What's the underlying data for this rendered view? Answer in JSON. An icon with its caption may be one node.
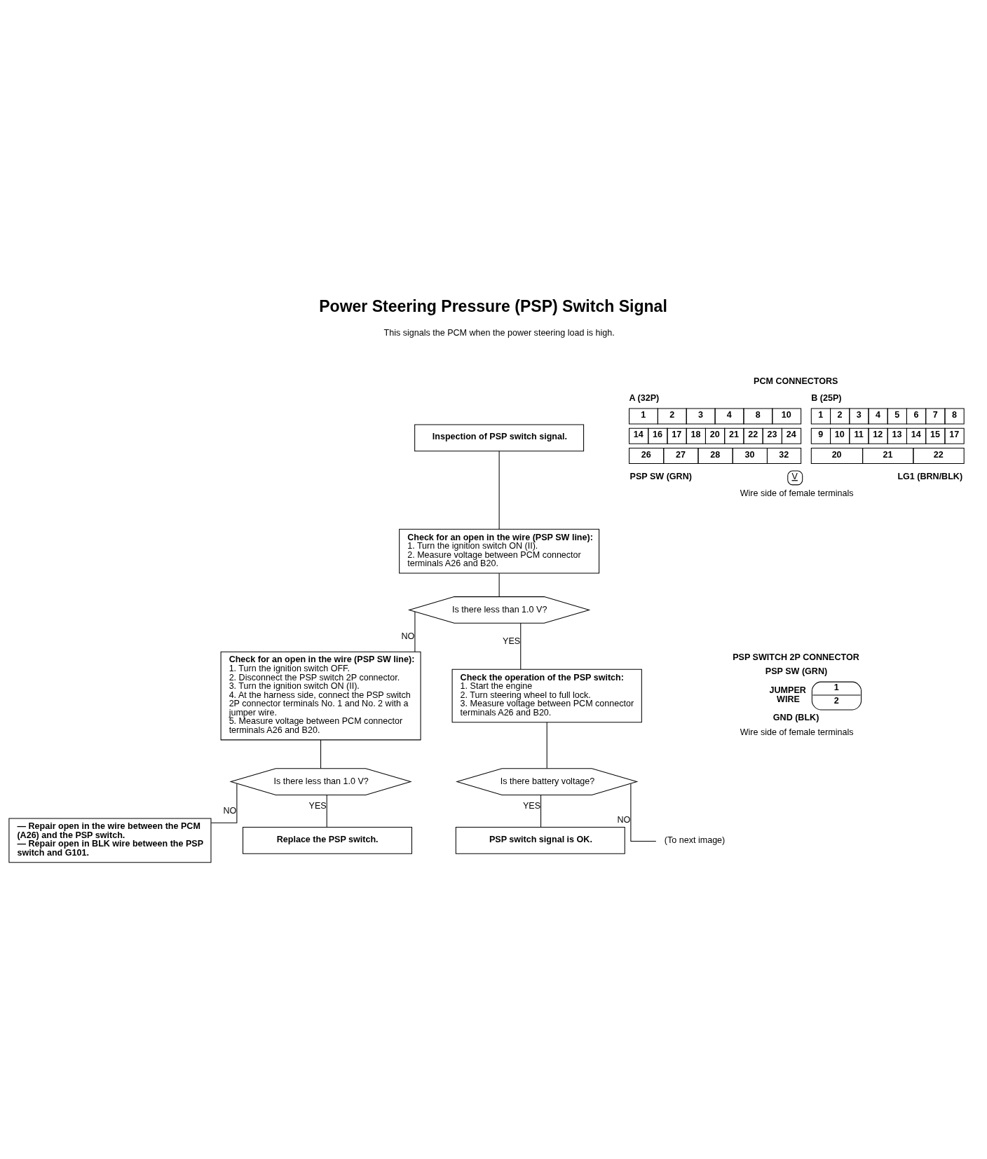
{
  "diagram": {
    "title": "Power Steering Pressure (PSP) Switch Signal",
    "nodes": [
      {
        "text": [
          "Inspection of PSP switch signal."
        ]
      },
      {
        "text": [
          "Check for an open in the wire (PSP SW line):",
          "1. Turn the ignition switch ON (II).",
          "2. Measure voltage between PCM connector terminals A26 and B20."
        ]
      },
      {
        "text": [
          "Is there less than 1.0 V?"
        ]
      },
      {
        "text": [
          "Check for an open in the wire (PSP SW line):",
          "1. Turn the ignition switch OFF.",
          "2. Disconnect the PSP switch 2P connector.",
          "3. Turn the ignition switch ON (II).",
          "4. At the harness side, connect the PSP switch 2P connector terminals No. 1 and No. 2 with a jumper wire.",
          "5. Measure voltage between PCM connector terminals A26 and B20."
        ]
      },
      {
        "text": [
          "Is there less than 1.0 V?"
        ]
      },
      {
        "text": [
          "— Repair open in the wire between the PCM (A26) and the PSP switch.",
          "— Repair open in BLK wire between the PSP switch and G101."
        ]
      },
      {
        "text": [
          "Replace the PSP switch."
        ]
      },
      {
        "text": [
          "Check the operation of the PSP switch:",
          "1. Start the engine",
          "2. Turn steering wheel to full lock.",
          "3. Measure voltage between PCM connector terminals A26 and B20."
        ]
      },
      {
        "text": [
          "Is there battery voltage?"
        ]
      },
      {
        "text": [
          "PSP switch signal is OK."
        ]
      },
      {
        "text": [
          "(To next image)"
        ]
      }
    ],
    "edges": [
      {
        "from": 0,
        "to": 1,
        "arrow": "none"
      },
      {
        "from": 1,
        "to": 2,
        "arrow": "none"
      },
      {
        "from": 2,
        "to": 3,
        "arrow": "none",
        "label": "NO"
      },
      {
        "from": 2,
        "to": 7,
        "arrow": "none",
        "label": "YES"
      },
      {
        "from": 3,
        "to": 4,
        "arrow": "none"
      },
      {
        "from": 4,
        "to": 5,
        "arrow": "none",
        "label": "NO"
      },
      {
        "from": 4,
        "to": 6,
        "arrow": "none",
        "label": "YES"
      },
      {
        "from": 7,
        "to": 8,
        "arrow": "none"
      },
      {
        "from": 8,
        "to": 10,
        "arrow": "none",
        "label": "NO"
      },
      {
        "from": 8,
        "to": 9,
        "arrow": "none",
        "label": "YES"
      }
    ],
    "labels": [
      "This signals the PCM when the power steering load is high.",
      "PCM CONNECTORS",
      "A (32P)",
      "B (25P)",
      "1",
      "2",
      "3",
      "4",
      "8",
      "10",
      "14",
      "16",
      "17",
      "18",
      "20",
      "21",
      "22",
      "23",
      "24",
      "26",
      "27",
      "28",
      "30",
      "32",
      "1",
      "2",
      "3",
      "4",
      "5",
      "6",
      "7",
      "8",
      "9",
      "10",
      "11",
      "12",
      "13",
      "14",
      "15",
      "17",
      "20",
      "21",
      "22",
      "PSP SW (GRN)",
      "V",
      "LG1 (BRN/BLK)",
      "Wire side of female terminals",
      "PSP SWITCH 2P CONNECTOR",
      "PSP SW (GRN)",
      "JUMPER WIRE",
      "1",
      "2",
      "GND (BLK)",
      "Wire side of female terminals"
    ]
  }
}
